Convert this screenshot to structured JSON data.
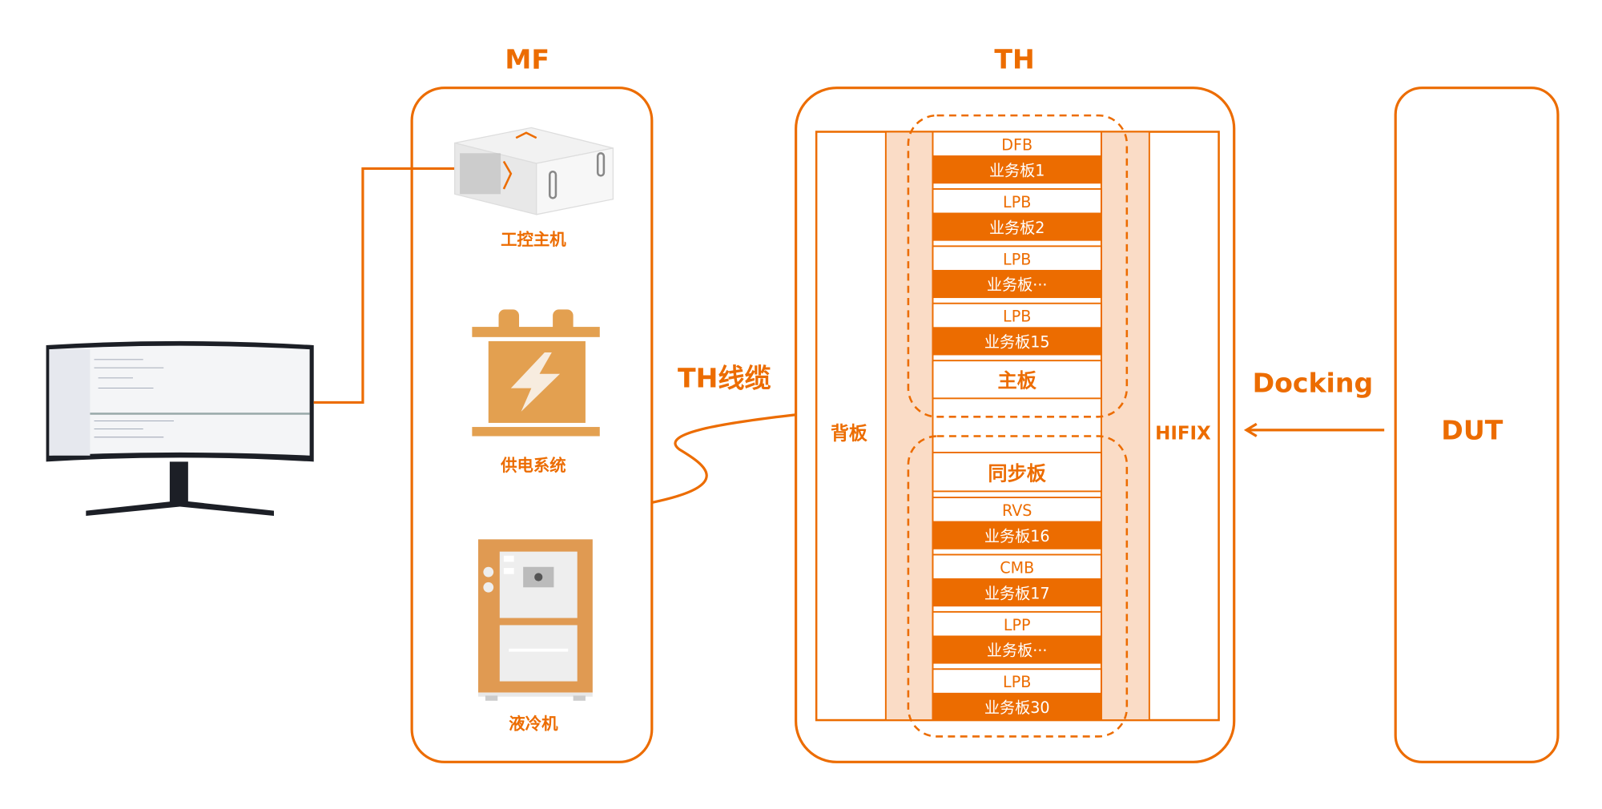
{
  "colors": {
    "accent": "#ec6c00",
    "peach": "#fadcc6",
    "icon_orange": "#e3a050"
  },
  "mf": {
    "title": "MF",
    "items": [
      {
        "label": "工控主机",
        "icon": "industrial-pc-icon"
      },
      {
        "label": "供电系统",
        "icon": "battery-icon"
      },
      {
        "label": "液冷机",
        "icon": "chiller-icon"
      }
    ]
  },
  "cable_label": "TH线缆",
  "th": {
    "title": "TH",
    "backplane": "背板",
    "hifix": "HIFIX",
    "upper_boards": [
      {
        "top": "DFB",
        "bottom": "业务板1"
      },
      {
        "top": "LPB",
        "bottom": "业务板2"
      },
      {
        "top": "LPB",
        "bottom": "业务板···"
      },
      {
        "top": "LPB",
        "bottom": "业务板15"
      }
    ],
    "main_board": "主板",
    "sync_board": "同步板",
    "lower_boards": [
      {
        "top": "RVS",
        "bottom": "业务板16"
      },
      {
        "top": "CMB",
        "bottom": "业务板17"
      },
      {
        "top": "LPP",
        "bottom": "业务板···"
      },
      {
        "top": "LPB",
        "bottom": "业务板30"
      }
    ]
  },
  "docking_label": "Docking",
  "dut": {
    "title": "DUT"
  }
}
